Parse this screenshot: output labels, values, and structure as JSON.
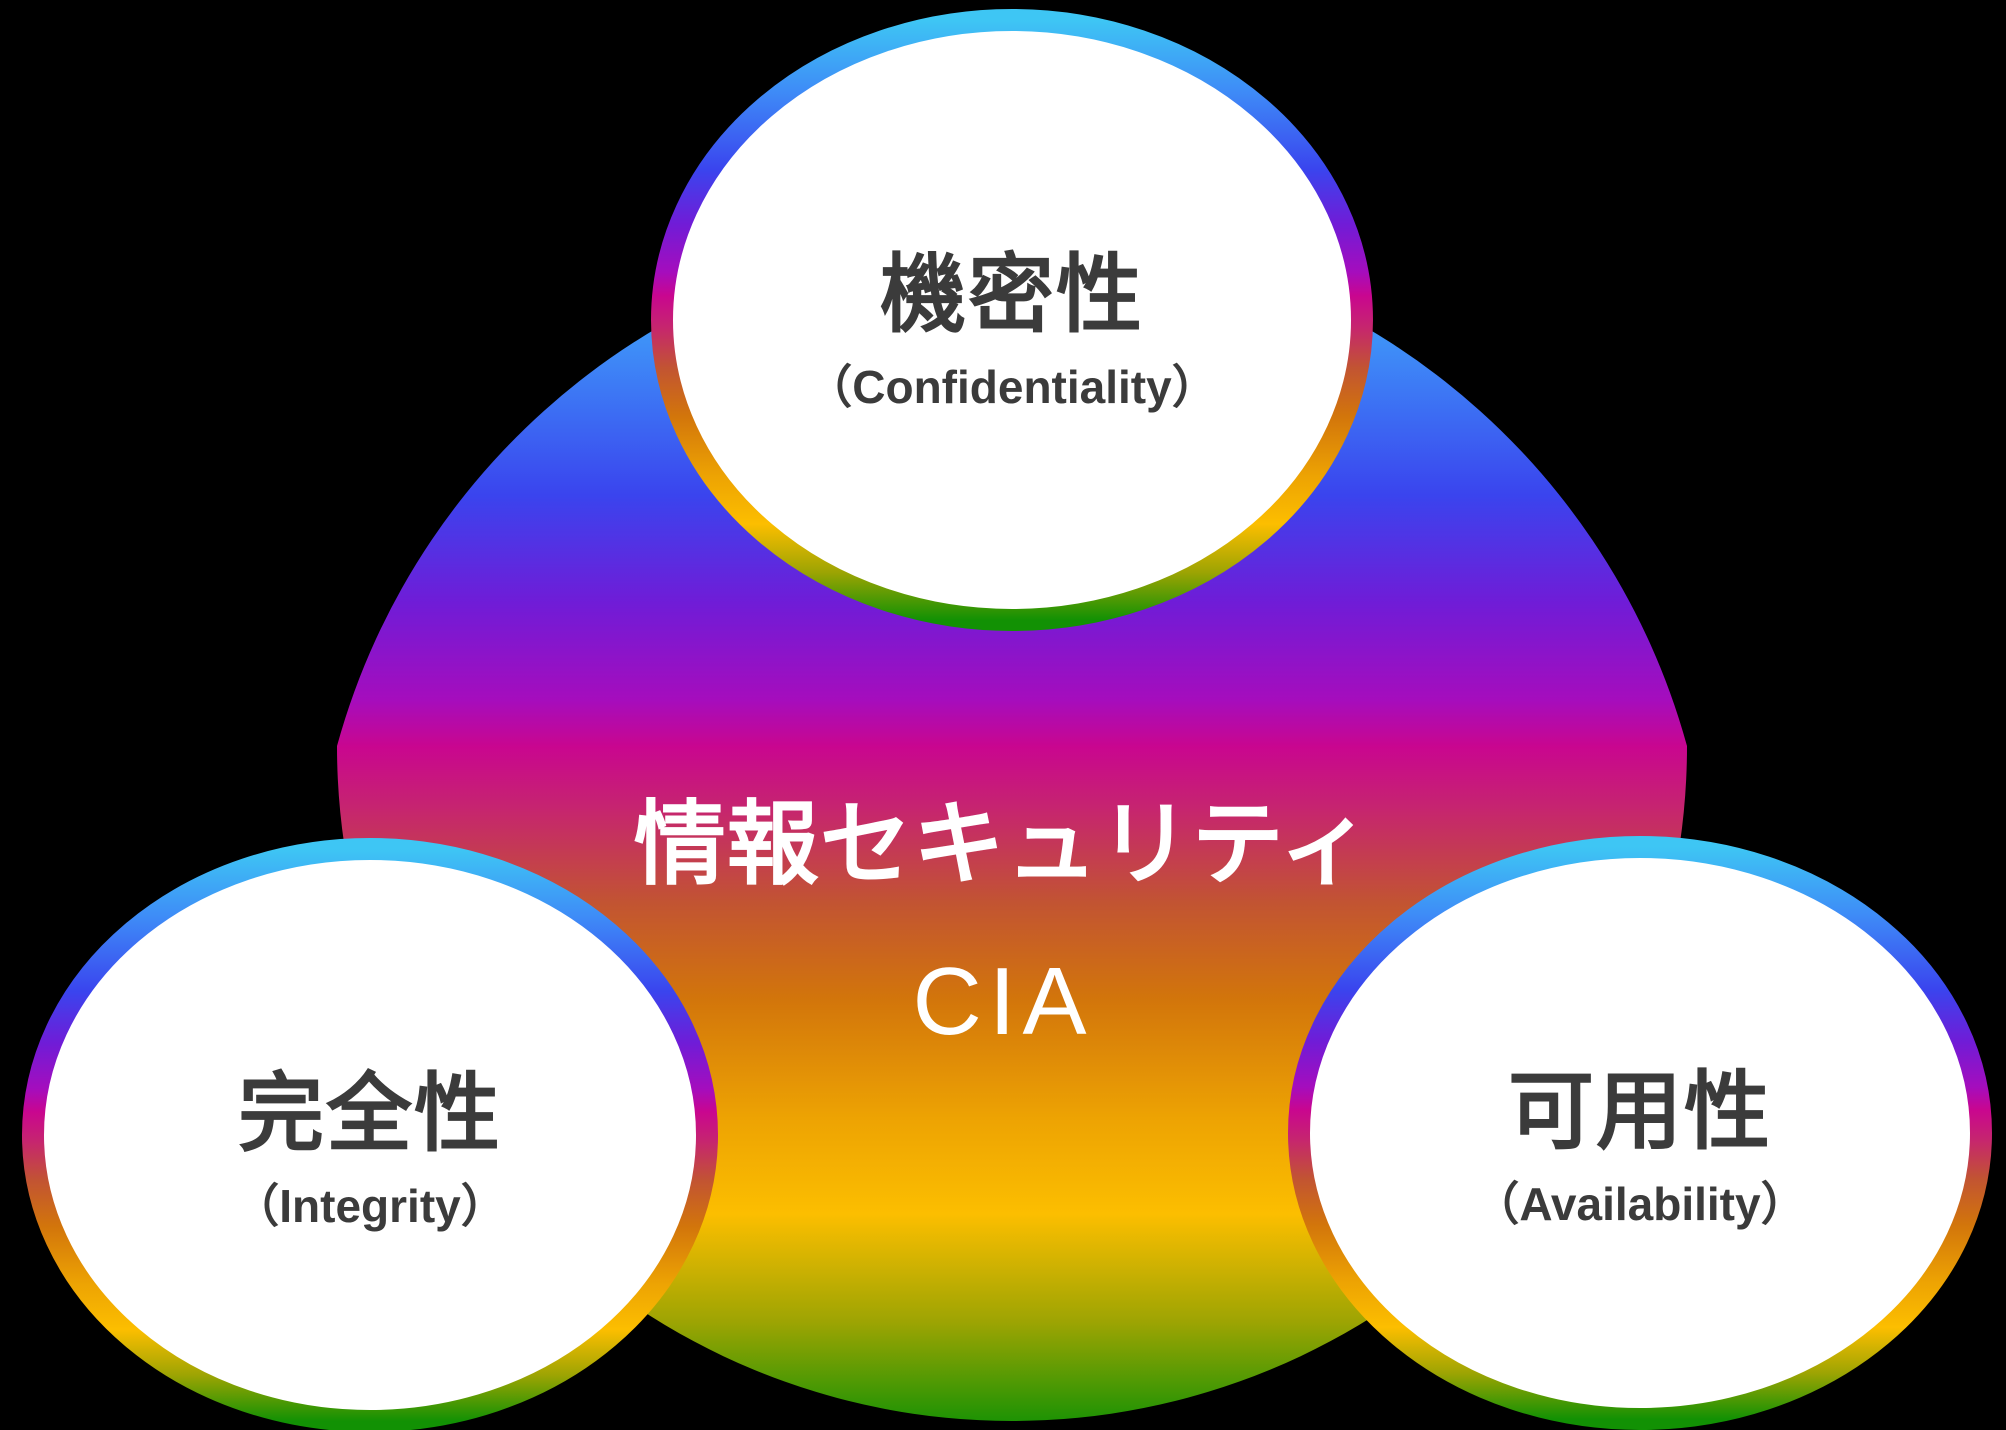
{
  "center": {
    "line1": "情報セキュリティ",
    "line2": "CIA",
    "text_color": "#FFFFFF"
  },
  "nodes": {
    "top": {
      "title": "機密性",
      "subtitle": "（Confidentiality）"
    },
    "bottom_left": {
      "title": "完全性",
      "subtitle": "（Integrity）"
    },
    "bottom_right": {
      "title": "可用性",
      "subtitle": "（Availability）"
    }
  },
  "styles": {
    "background_color": "#000000",
    "node_fill_color": "#FFFFFF",
    "node_text_color": "#3B3B3B",
    "rainbow_gradient": [
      "#3EC6F4",
      "#3E8BF7",
      "#3A44EE",
      "#701CD7",
      "#A50DBD",
      "#C9068F",
      "#C62470",
      "#C25432",
      "#D2750B",
      "#EDA303",
      "#FCBE00",
      "#9DA403",
      "#129104"
    ]
  }
}
